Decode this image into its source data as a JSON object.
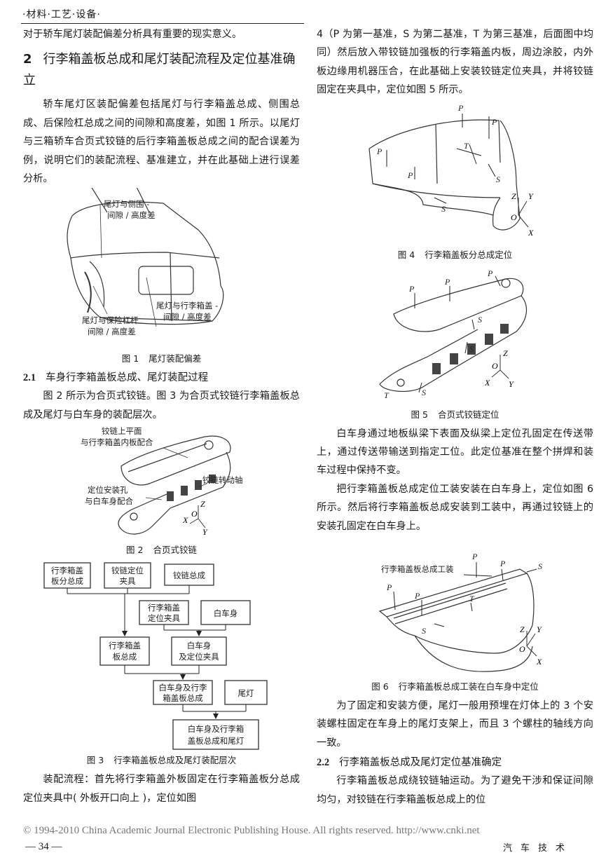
{
  "header": {
    "running_title": "·材料·工艺·设备·"
  },
  "left": {
    "intro_tail": "对于轿车尾灯装配偏差分析具有重要的现实意义。",
    "section": {
      "num": "2",
      "title": "行李箱盖板总成和尾灯装配流程及定位基准确立"
    },
    "para1": "轿车尾灯区装配偏差包括尾灯与行李箱盖总成、侧围总成、后保险杠总成之间的间隙和高度差，如图 1 所示。以尾灯与三箱轿车合页式铰链的后行李箱盖板总成之间的配合误差为例，说明它们的装配流程、基准建立，并在此基础上进行误差分析。",
    "fig1": {
      "label": "图 1",
      "caption": "尾灯装配偏差",
      "ann_side_1": "尾灯与侧围 -",
      "ann_side_2": "间隙 / 高度差",
      "ann_trunk_1": "尾灯与行李箱盖 -",
      "ann_trunk_2": "间隙 / 高度差",
      "ann_bumper_1": "尾灯与保险杠杆",
      "ann_bumper_2": "间隙 / 高度差"
    },
    "sub21": {
      "num": "2.1",
      "title": "车身行李箱盖板总成、尾灯装配过程"
    },
    "para2": "图 2 所示为合页式铰链。图 3 为合页式铰链行李箱盖板总成及尾灯与白车身的装配层次。",
    "fig2": {
      "label": "图 2",
      "caption": "合页式铰链",
      "ann_top_1": "铰链上平面",
      "ann_top_2": "与行李箱盖内板配合",
      "ann_axis": "铰链转动轴",
      "ann_hole_1": "定位安装孔",
      "ann_hole_2": "与白车身配合",
      "ax_z": "Z",
      "ax_x": "X",
      "ax_o": "O",
      "ax_y": "Y"
    },
    "fig3": {
      "label": "图 3",
      "caption": "行李箱盖板总成及尾灯装配层次",
      "box1_1": "行李箱盖",
      "box1_2": "板分总成",
      "box2_1": "铰链定位",
      "box2_2": "夹具",
      "box3": "铰链总成",
      "box4_1": "行李箱盖",
      "box4_2": "定位夹具",
      "box5": "白车身",
      "box6_1": "行李箱盖",
      "box6_2": "板总成",
      "box7_1": "白车身",
      "box7_2": "及定位夹具",
      "box8_1": "白车身及行李",
      "box8_2": "箱盖板总成",
      "box9": "尾灯",
      "box10_1": "白车身及行李箱",
      "box10_2": "盖板总成和尾灯"
    },
    "para3": "装配流程：首先将行李箱盖外板固定在行李箱盖板分总成定位夹具中( 外板开口向上 )，定位如图"
  },
  "right": {
    "para1": "4（P 为第一基准，S 为第二基准，T 为第三基准，后面图中均同）然后放入带铰链加强板的行李箱盖内板，周边涂胶，内外板边缘用机器压合，在此基础上安装铰链定位夹具，并将铰链固定在夹具中，定位如图 5 所示。",
    "fig4": {
      "label": "图 4",
      "caption": "行李箱盖板分总成定位",
      "p": "P",
      "s": "S",
      "t": "T",
      "z": "Z",
      "y": "Y",
      "o": "O",
      "x": "X"
    },
    "fig5": {
      "label": "图 5",
      "caption": "合页式铰链定位",
      "p": "P",
      "s": "S",
      "t": "T",
      "z": "Z",
      "y": "Y",
      "o": "O",
      "x": "X"
    },
    "para2": "白车身通过地板纵梁下表面及纵梁上定位孔固定在传送带上，通过传送带输送到指定工位。此定位基准在整个拼焊和装车过程中保持不变。",
    "para3": "把行李箱盖板总成定位工装安装在白车身上，定位如图 6 所示。然后将行李箱盖板总成安装到工装中，再通过铰链上的安装孔固定在白车身上。",
    "fig6": {
      "label": "图 6",
      "caption": "行李箱盖板总成工装在白车身中定位",
      "ann": "行李箱盖板总成工装",
      "p": "P",
      "s": "S",
      "t": "T",
      "z": "Z",
      "y": "Y",
      "o": "O",
      "x": "X"
    },
    "para4": "为了固定和安装方便，尾灯一般用预埋在灯体上的 3 个安装螺柱固定在车身上的尾灯支架上，而且 3 个螺柱的轴线方向一致。",
    "sub22": {
      "num": "2.2",
      "title": "行李箱盖板总成及尾灯定位基准确定"
    },
    "para5": "行李箱盖板总成绕铰链轴运动。为了避免干涉和保证间隙均匀，对铰链在行李箱盖板总成上的位"
  },
  "footer": {
    "copyright": "© 1994-2010 China Academic Journal Electronic Publishing House. All rights reserved.    http://www.cnki.net",
    "page": "— 34 —",
    "journal": "汽车技术"
  }
}
